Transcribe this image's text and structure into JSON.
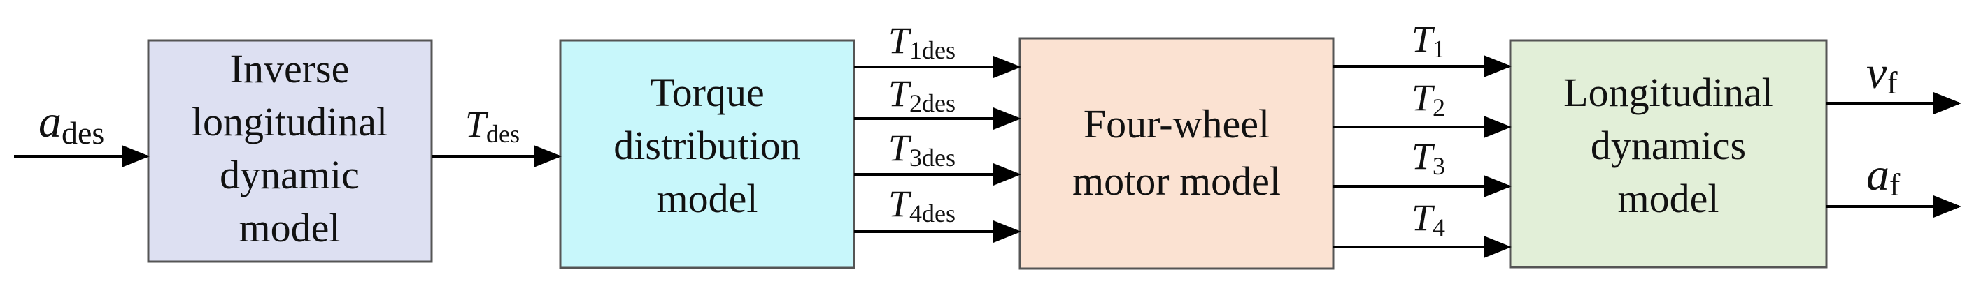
{
  "blocks": {
    "inverse": {
      "lines": [
        "Inverse",
        "longitudinal",
        "dynamic",
        "model"
      ],
      "fill": "#dde0f2"
    },
    "torque": {
      "lines": [
        "Torque",
        "distribution",
        "model"
      ],
      "fill": "#c8f7fb"
    },
    "motor": {
      "lines": [
        "Four-wheel",
        "motor model"
      ],
      "fill": "#fbe2d2"
    },
    "longitudinal": {
      "lines": [
        "Longitudinal",
        "dynamics",
        "model"
      ],
      "fill": "#e2efd8"
    }
  },
  "signals": {
    "a_des": {
      "base": "a",
      "sub": "des"
    },
    "T_des": {
      "base": "T",
      "sub": "des"
    },
    "T1des": {
      "base": "T",
      "sub": "1des"
    },
    "T2des": {
      "base": "T",
      "sub": "2des"
    },
    "T3des": {
      "base": "T",
      "sub": "3des"
    },
    "T4des": {
      "base": "T",
      "sub": "4des"
    },
    "T1": {
      "base": "T",
      "sub": "1"
    },
    "T2": {
      "base": "T",
      "sub": "2"
    },
    "T3": {
      "base": "T",
      "sub": "3"
    },
    "T4": {
      "base": "T",
      "sub": "4"
    },
    "v_f": {
      "base": "v",
      "sub": "f"
    },
    "a_f": {
      "base": "a",
      "sub": "f"
    }
  }
}
